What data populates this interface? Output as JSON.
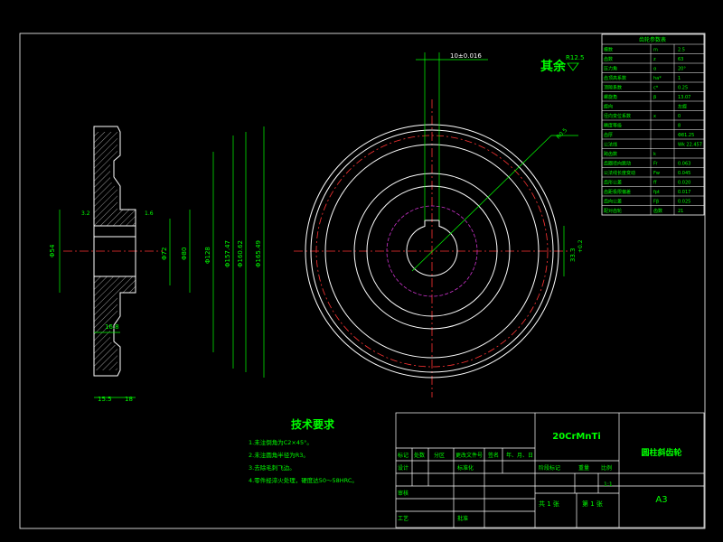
{
  "colors": {
    "background": "#000000",
    "frame": "#ffffff",
    "outline": "#ffffff",
    "dimension": "#00ff00",
    "centerline": "#ff3333",
    "pitch": "#cc33cc",
    "text": "#ffffff"
  },
  "surface_roughness": {
    "label": "其余",
    "value": "R12.5"
  },
  "dims": {
    "keyway_width": "10±0.016",
    "roughness_a": "3.2",
    "roughness_b": "1.6",
    "hub_dia": "Φ54",
    "d1": "Φ72",
    "d2": "Φ80",
    "d3": "Φ128",
    "d4": "Φ157.47",
    "d5": "Φ160.62",
    "d6": "Φ165.49",
    "thickness_a": "15.5",
    "thickness_b": "18",
    "rim_a": "16.8",
    "keyway_depth": "33.3",
    "keyway_tol": "+0.2",
    "key_note": "R0.5"
  },
  "tech_requirements": {
    "title": "技术要求",
    "items": [
      "1.未注倒角为C2×45°。",
      "2.未注圆角半径为R3。",
      "3.去除毛刺飞边。",
      "4.零件经淬火处理，硬度达50～58HRC。"
    ]
  },
  "param_table": {
    "title": "齿轮参数表",
    "rows": [
      [
        "模数",
        "m",
        "2.5"
      ],
      [
        "齿数",
        "z",
        "63"
      ],
      [
        "压力角",
        "α",
        "20°"
      ],
      [
        "齿顶高系数",
        "ha*",
        "1"
      ],
      [
        "顶隙系数",
        "c*",
        "0.25"
      ],
      [
        "螺旋角",
        "β",
        "13.07"
      ],
      [
        "旋向",
        "",
        "左旋"
      ],
      [
        "径向变位系数",
        "x",
        "0"
      ],
      [
        "精度等级",
        "",
        "8"
      ],
      [
        "齿厚",
        "",
        "Φ81.25"
      ],
      [
        "公法线",
        "",
        "Wk 22.457"
      ],
      [
        "跨齿数",
        "k",
        ""
      ],
      [
        "齿圈径向跳动",
        "Fr",
        "0.063"
      ],
      [
        "公法线长度变动",
        "Fw",
        "0.045"
      ],
      [
        "齿形公差",
        "ff",
        "0.020"
      ],
      [
        "齿距极限偏差",
        "fpt",
        "0.017"
      ],
      [
        "齿向公差",
        "Fβ",
        "0.025"
      ],
      [
        "配对齿轮",
        "齿数",
        "21"
      ]
    ]
  },
  "title_block": {
    "material": "20CrMnTi",
    "part_name": "圆柱斜齿轮",
    "scale_label": "比例",
    "scale": "1:1",
    "mark_label": "阶段标记",
    "weight_label": "重量",
    "design_label": "设计",
    "std_label": "标准化",
    "review_label": "审核",
    "process_label": "工艺",
    "approve_label": "批准",
    "sheet_total": "共 1 张",
    "sheet_no": "第 1 张",
    "size": "A3",
    "header_cells": [
      "标记",
      "处数",
      "分区",
      "更改文件号",
      "签名",
      "年、月、日"
    ]
  }
}
